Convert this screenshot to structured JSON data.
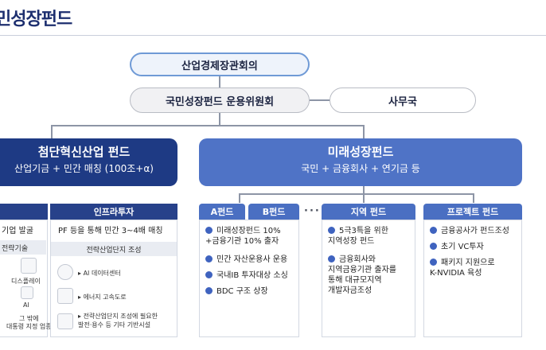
{
  "title": "민성장펀드",
  "org": {
    "committee_top": "산업경제장관회의",
    "committee_fund": "국민성장펀드 운용위원회",
    "secretariat": "사무국"
  },
  "left_fund": {
    "title": "첨단혁신산업 펀드",
    "subtitle": "산업기금 + 민간 매칭 (100조+α)",
    "col1": {
      "header": "",
      "item": "기업 발굴",
      "band": "전략기술",
      "icons": [
        {
          "label": "디스플레이",
          "icon": "display-icon"
        },
        {
          "label": "AI",
          "icon": "ai-icon"
        },
        {
          "label": "그 밖에\n대통령 지정 업종",
          "icon": "industry-icon"
        }
      ]
    },
    "col2": {
      "header": "인프라투자",
      "item": "PF 등을 통해 민간 3~4배 매칭",
      "band": "전략산업단지 조성",
      "rows": [
        {
          "label": "AI 데이터센터",
          "icon": "datacenter-icon"
        },
        {
          "label": "에너지 고속도로",
          "icon": "highway-icon"
        },
        {
          "label": "전략산업단지 조성에 필요한\n발전·용수 등 기타 기반시설",
          "icon": "power-plant-icon"
        }
      ]
    }
  },
  "right_fund": {
    "title": "미래성장펀드",
    "subtitle": "국민 + 금융회사 + 연기금 등",
    "ab": {
      "header_a": "A펀드",
      "header_b": "B펀드",
      "items": [
        "미래성장펀드 10%\n+금융기관 10% 출자",
        "민간 자산운용사 운용",
        "국내IB 투자대상 소싱",
        "BDC 구조 상장"
      ]
    },
    "dots": "···",
    "regional": {
      "header": "지역 펀드",
      "items": [
        "5극3특을 위한\n지역성장 펀드",
        "금융회사와\n지역금융기관 출자를\n통해 대규모지역\n개발자금조성"
      ]
    },
    "project": {
      "header": "프로젝트 펀드",
      "items": [
        "금융공사가 펀드조성",
        "초기 VC투자",
        "패키지 지원으로\nK-NVIDIA 육성"
      ]
    }
  },
  "colors": {
    "navy": "#1e3a84",
    "blue": "#4f73c6",
    "bullet": "#3f63bf"
  }
}
